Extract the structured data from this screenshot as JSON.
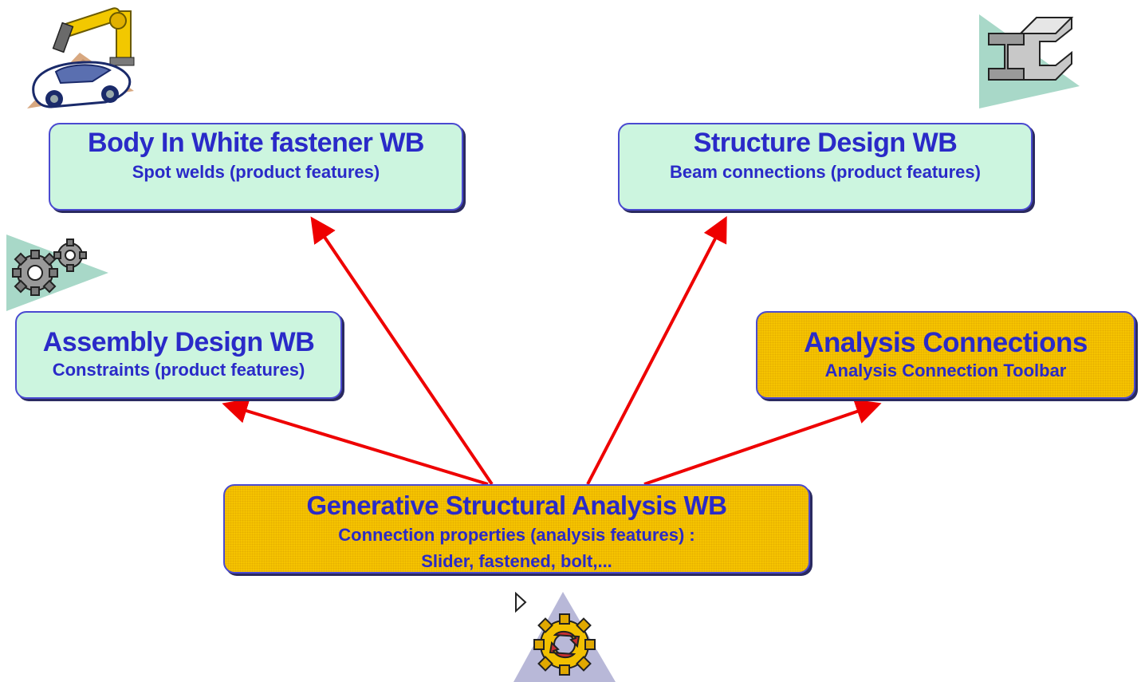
{
  "nodes": {
    "body_in_white": {
      "title": "Body In White fastener WB",
      "subtitle": "Spot welds (product features)"
    },
    "structure_design": {
      "title": "Structure Design WB",
      "subtitle": "Beam connections (product features)"
    },
    "assembly_design": {
      "title": "Assembly Design WB",
      "subtitle": "Constraints (product features)"
    },
    "analysis_connections": {
      "title": "Analysis Connections",
      "subtitle": "Analysis Connection Toolbar"
    },
    "generative_structural": {
      "title": "Generative Structural Analysis WB",
      "subtitle_line1": "Connection properties (analysis features) :",
      "subtitle_line2": "Slider, fastened, bolt,..."
    }
  },
  "icons": {
    "top_left": "robot-car-icon",
    "top_right": "i-beam-icon",
    "middle_left": "gears-icon",
    "bottom_center": "gear-workbench-icon"
  },
  "colors": {
    "arrow": "#ee0000",
    "green_box": "#ccf5df",
    "yellow_box": "#f5c300",
    "text": "#2a2ac8",
    "border": "#4a4ad0"
  }
}
